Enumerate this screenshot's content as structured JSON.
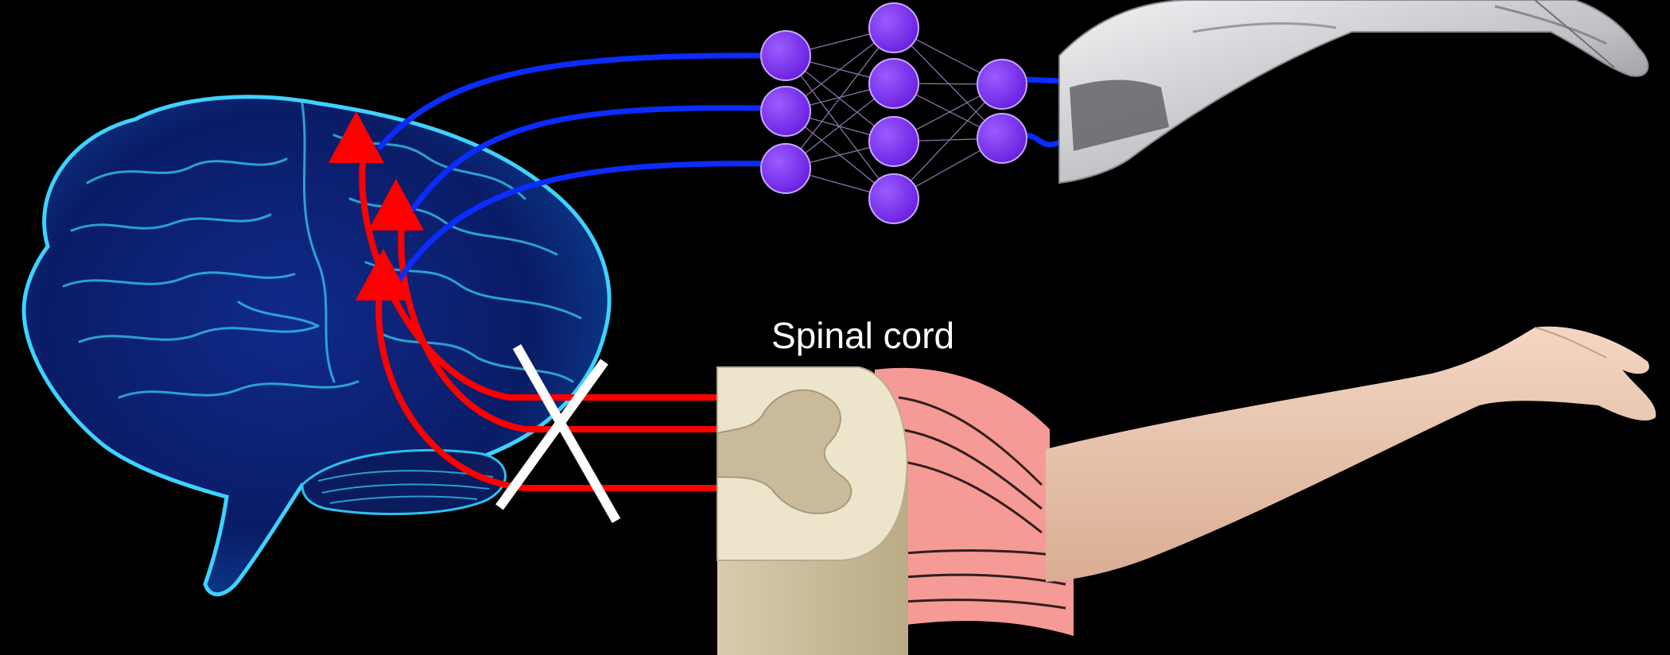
{
  "labels": {
    "spinal_cord": "Spinal cord"
  },
  "colors": {
    "background": "#000000",
    "decoder_wire": "#0a2cff",
    "motor_pathway": "#ff0000",
    "neuron_marker": "#ff0000",
    "lesion_mark": "#ffffff",
    "network_node": "#7c2cf0",
    "network_edge": "#b59adf",
    "brain_fill": "#0b1f6e",
    "brain_glow": "#3fd2ff",
    "spinal_grey_matter": "#c9bb9a",
    "spinal_white_matter": "#ece5cc",
    "nerve_roots": "#f59a96",
    "skin": "#e9c5ae",
    "robot_arm": "#cfcfd2"
  },
  "icons": {
    "brain": "brain-icon",
    "neural_network": "neural-network-icon",
    "robotic_arm": "robotic-arm-icon",
    "human_arm": "human-arm-icon",
    "spinal_cord": "spinal-cord-icon",
    "lesion": "cross-mark-icon",
    "neuron": "triangle-neuron-icon"
  },
  "neural_network": {
    "layers": [
      3,
      4,
      2
    ]
  }
}
